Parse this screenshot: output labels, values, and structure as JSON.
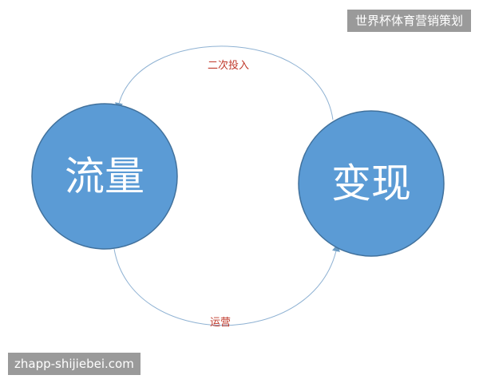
{
  "diagram": {
    "nodes": {
      "left": {
        "label": "流量"
      },
      "right": {
        "label": "变现"
      }
    },
    "edges": {
      "top": {
        "label": "二次投入"
      },
      "bottom": {
        "label": "运营"
      }
    }
  },
  "watermarks": {
    "top_right": "世界杯体育营销策划",
    "bottom_left": "zhapp-shijiebei.com"
  },
  "colors": {
    "node_fill": "#5b9bd5",
    "node_stroke": "#41719c",
    "arrow": "#6b9bc3",
    "edge_label": "#c0392b",
    "node_text": "#ffffff"
  }
}
